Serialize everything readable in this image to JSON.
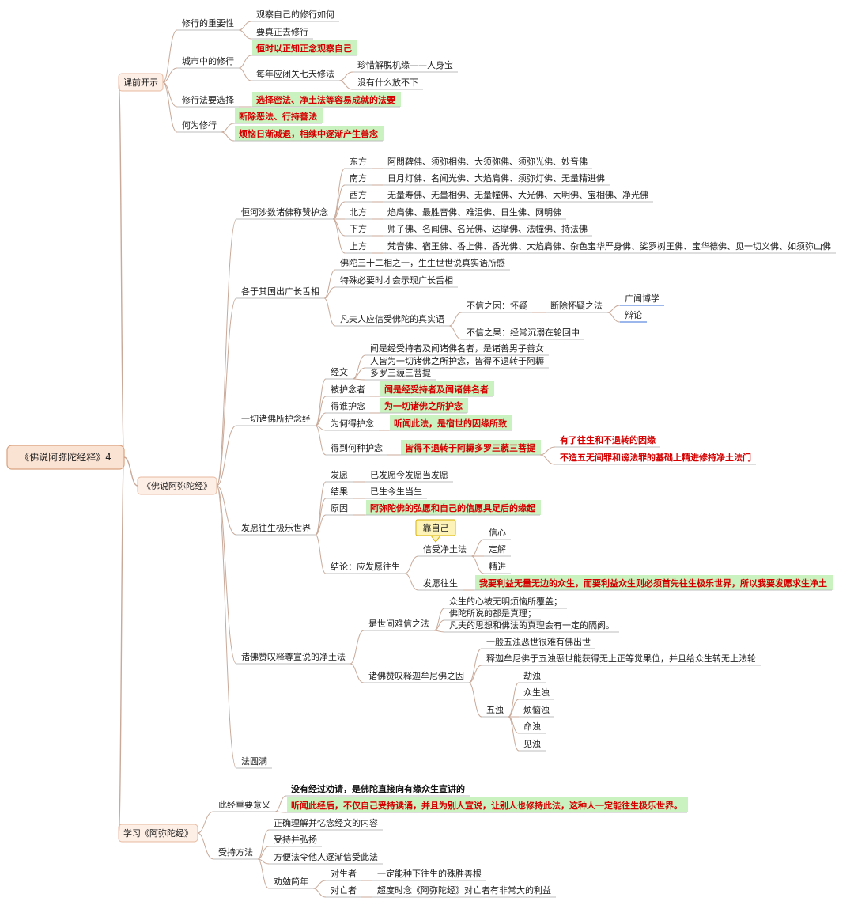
{
  "colors": {
    "root_fill": "#fbe3d4",
    "root_stroke": "#d9a27f",
    "branch_fill": "#fdeee6",
    "branch_stroke": "#e8b9a0",
    "line": "#c9a999",
    "underline": "#bdbdbd",
    "highlight_bg": "#c9f2c0",
    "highlight_text": "#d60000",
    "callout_bg": "#fdf3b8",
    "callout_border": "#d9b000",
    "accent_underline": "#3a6fd8"
  },
  "root": "《佛说阿弥陀经释》4",
  "callout": "靠自己",
  "nodes": [
    {
      "t": "课前开示"
    },
    {
      "t": "修行的重要性"
    },
    {
      "t": "观察自己的修行如何"
    },
    {
      "t": "要真正去修行"
    },
    {
      "t": "城市中的修行"
    },
    {
      "t": "恒时以正知正念观察自己"
    },
    {
      "t": "每年应闭关七天修法"
    },
    {
      "t": "珍惜解脱机缘——人身宝"
    },
    {
      "t": "没有什么放不下"
    },
    {
      "t": "修行法要选择"
    },
    {
      "t": "选择密法、净土法等容易成就的法要"
    },
    {
      "t": "何为修行"
    },
    {
      "t": "断除恶法、行持善法"
    },
    {
      "t": "烦恼日渐减退，相续中逐渐产生善念"
    },
    {
      "t": "《佛说阿弥陀经》"
    },
    {
      "t": "恒河沙数诸佛称赞护念"
    },
    {
      "t": "东方"
    },
    {
      "t": "阿閦鞞佛、须弥相佛、大须弥佛、须弥光佛、妙音佛"
    },
    {
      "t": "南方"
    },
    {
      "t": "日月灯佛、名闻光佛、大焰肩佛、须弥灯佛、无量精进佛"
    },
    {
      "t": "西方"
    },
    {
      "t": "无量寿佛、无量相佛、无量幢佛、大光佛、大明佛、宝相佛、净光佛"
    },
    {
      "t": "北方"
    },
    {
      "t": "焰肩佛、最胜音佛、难沮佛、日生佛、网明佛"
    },
    {
      "t": "下方"
    },
    {
      "t": "师子佛、名闻佛、名光佛、达摩佛、法幢佛、持法佛"
    },
    {
      "t": "上方"
    },
    {
      "t": "梵音佛、宿王佛、香上佛、香光佛、大焰肩佛、杂色宝华严身佛、娑罗树王佛、宝华德佛、见一切义佛、如须弥山佛"
    },
    {
      "t": "各于其国出广长舌相"
    },
    {
      "t": "佛陀三十二相之一，生生世世说真实语所感"
    },
    {
      "t": "特殊必要时才会示现广长舌相"
    },
    {
      "t": "凡夫人应信受佛陀的真实语"
    },
    {
      "t": "不信之因：怀疑"
    },
    {
      "t": "断除怀疑之法"
    },
    {
      "t": "广闻博学"
    },
    {
      "t": "辩论"
    },
    {
      "t": "不信之果：经常沉溺在轮回中"
    },
    {
      "t": "一切诸佛所护念经"
    },
    {
      "t": "经文"
    },
    {
      "t": "闻是经受持者及闻诸佛名者，是诸善男子善女"
    },
    {
      "t": "人皆为一切诸佛之所护念，皆得不退转于阿耨"
    },
    {
      "t": "多罗三藐三菩提"
    },
    {
      "t": "被护念者"
    },
    {
      "t": "闻是经受持者及闻诸佛名者"
    },
    {
      "t": "得谁护念"
    },
    {
      "t": "为一切诸佛之所护念"
    },
    {
      "t": "为何得护念"
    },
    {
      "t": "听闻此法，是宿世的因缘所致"
    },
    {
      "t": "得到何种护念"
    },
    {
      "t": "皆得不退转于阿耨多罗三藐三菩提"
    },
    {
      "t": "有了往生和不退转的因缘"
    },
    {
      "t": "不造五无间罪和谤法罪的基础上精进修持净土法门"
    },
    {
      "t": "发愿往生极乐世界"
    },
    {
      "t": "发愿"
    },
    {
      "t": "已发愿今发愿当发愿"
    },
    {
      "t": "结果"
    },
    {
      "t": "已生今生当生"
    },
    {
      "t": "原因"
    },
    {
      "t": "阿弥陀佛的弘愿和自己的信愿具足后的缘起"
    },
    {
      "t": "结论：应发愿往生"
    },
    {
      "t": "信受净土法"
    },
    {
      "t": "信心"
    },
    {
      "t": "定解"
    },
    {
      "t": "精进"
    },
    {
      "t": "发愿往生"
    },
    {
      "t": "我要利益无量无边的众生，而要利益众生则必须首先往生极乐世界，所以我要发愿求生净土"
    },
    {
      "t": "诸佛赞叹释尊宣说的净土法"
    },
    {
      "t": "是世间难信之法"
    },
    {
      "t": "众生的心被无明烦恼所覆盖；"
    },
    {
      "t": "佛陀所说的都是真理；"
    },
    {
      "t": "凡夫的思想和佛法的真理会有一定的隔阂。"
    },
    {
      "t": "诸佛赞叹释迦牟尼佛之因"
    },
    {
      "t": "一般五浊恶世很难有佛出世"
    },
    {
      "t": "释迦牟尼佛于五浊恶世能获得无上正等觉果位，并且给众生转无上法轮"
    },
    {
      "t": "五浊"
    },
    {
      "t": "劫浊"
    },
    {
      "t": "众生浊"
    },
    {
      "t": "烦恼浊"
    },
    {
      "t": "命浊"
    },
    {
      "t": "见浊"
    },
    {
      "t": "法圆满"
    },
    {
      "t": "学习《阿弥陀经》"
    },
    {
      "t": "此经重要意义"
    },
    {
      "t": "没有经过劝请，是佛陀直接向有缘众生宣讲的"
    },
    {
      "t": "听闻此经后，不仅自己受持读诵，并且为别人宣说，让别人也修持此法，这种人一定能往生极乐世界。"
    },
    {
      "t": "受持方法"
    },
    {
      "t": "正确理解并忆念经文的内容"
    },
    {
      "t": "受持并弘扬"
    },
    {
      "t": "方便法令他人逐渐信受此法"
    },
    {
      "t": "劝勉简年"
    },
    {
      "t": "对生者"
    },
    {
      "t": "一定能种下往生的殊胜善根"
    },
    {
      "t": "对亡者"
    },
    {
      "t": "超度时念《阿弥陀经》对亡者有非常大的利益"
    }
  ]
}
